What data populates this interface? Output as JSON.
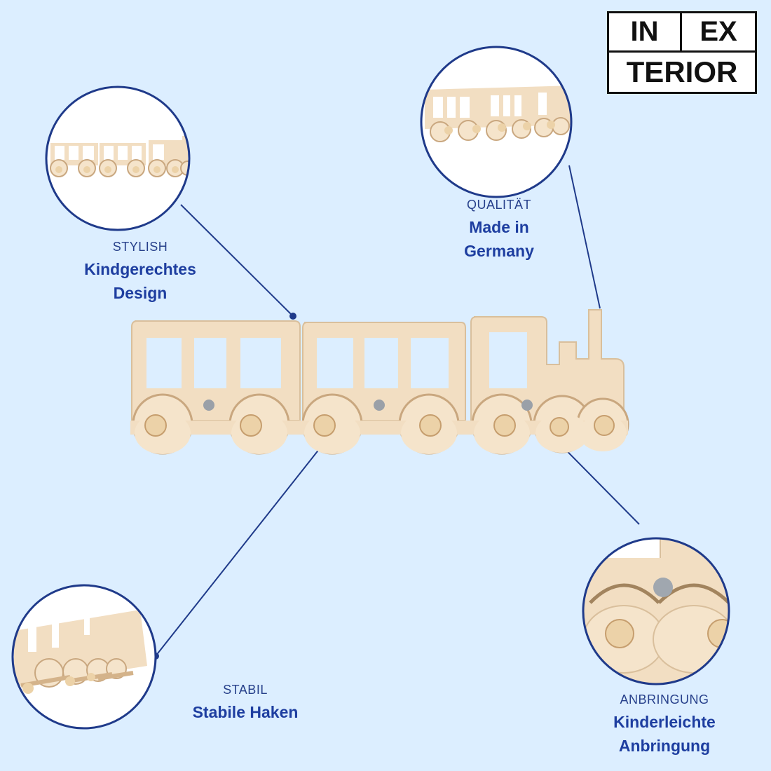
{
  "logo": {
    "top_left": "IN",
    "top_right": "EX",
    "bottom": "TERIOR"
  },
  "callouts": {
    "design": {
      "label": "STYLISH",
      "title_line1": "Kindgerechtes",
      "title_line2": "Design"
    },
    "quality": {
      "label": "QUALITÄT",
      "title_line1": "Made in",
      "title_line2": "Germany"
    },
    "stability": {
      "label": "STABIL",
      "title_line1": "Stabile Haken"
    },
    "mounting": {
      "label": "ANBRINGUNG",
      "title_line1": "Kinderleichte",
      "title_line2": "Anbringung"
    }
  },
  "colors": {
    "background": "#dceeff",
    "accent": "#1f3a8a",
    "wood": "#f1dcbf",
    "text": "#1e3ea0"
  }
}
